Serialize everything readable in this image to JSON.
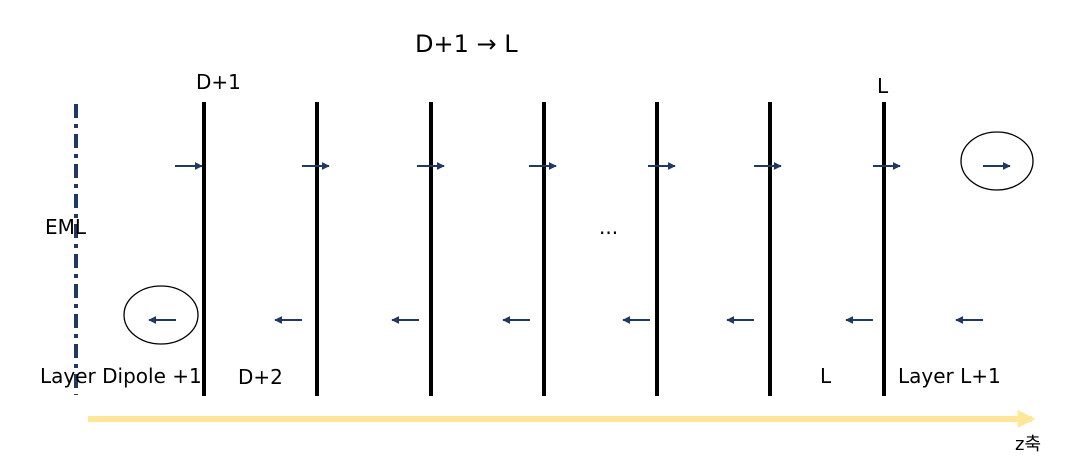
{
  "title": "D+1 → L",
  "labels": {
    "top_left_layer": "D+1",
    "top_right_layer": "L",
    "eml": "EML",
    "ellipsis": "...",
    "bottom_left": "Layer Dipole +1",
    "bottom_d2": "D+2",
    "bottom_l": "L",
    "bottom_right": "Layer L+1",
    "axis": "z축"
  },
  "colors": {
    "arrow": "#1f3864",
    "axis": "#ffe699",
    "line": "#000000",
    "eml_line": "#1f3864"
  },
  "icons": [
    "right-arrow-icon",
    "left-arrow-icon",
    "circle-highlight"
  ]
}
